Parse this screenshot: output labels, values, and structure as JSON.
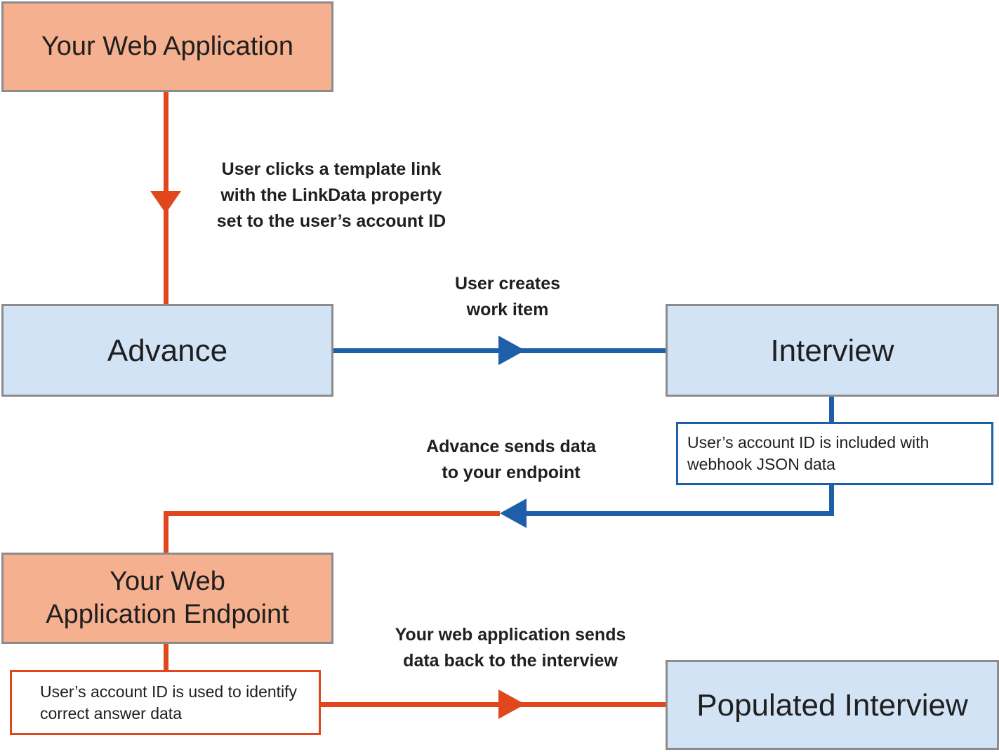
{
  "colors": {
    "node-orange": "#F5B08F",
    "node-blue": "#D2E3F5",
    "node-border": "#8C8C8C",
    "arrow-red": "#E0471C",
    "arrow-blue": "#1F5EA9",
    "note-bg": "#FFFFFF",
    "text": "#1F1F1F"
  },
  "nodes": {
    "web_app": {
      "label": "Your Web Application"
    },
    "advance": {
      "label": "Advance"
    },
    "interview": {
      "label": "Interview"
    },
    "endpoint": {
      "line1": "Your Web",
      "line2": "Application Endpoint"
    },
    "populated": {
      "label": "Populated Interview"
    }
  },
  "edge_labels": {
    "template_link": {
      "line1": "User clicks a template link",
      "line2": "with the LinkData property",
      "line3": "set to the user’s account ID"
    },
    "creates_work_item": {
      "line1": "User creates",
      "line2": "work item"
    },
    "sends_data": {
      "line1": "Advance sends data",
      "line2": "to your endpoint"
    },
    "sends_back": {
      "line1": "Your web application sends",
      "line2": "data back to the interview"
    }
  },
  "notes": {
    "webhook": "User’s account ID is included with webhook JSON data",
    "answer_data": "User’s account ID is used to identify correct answer data"
  }
}
